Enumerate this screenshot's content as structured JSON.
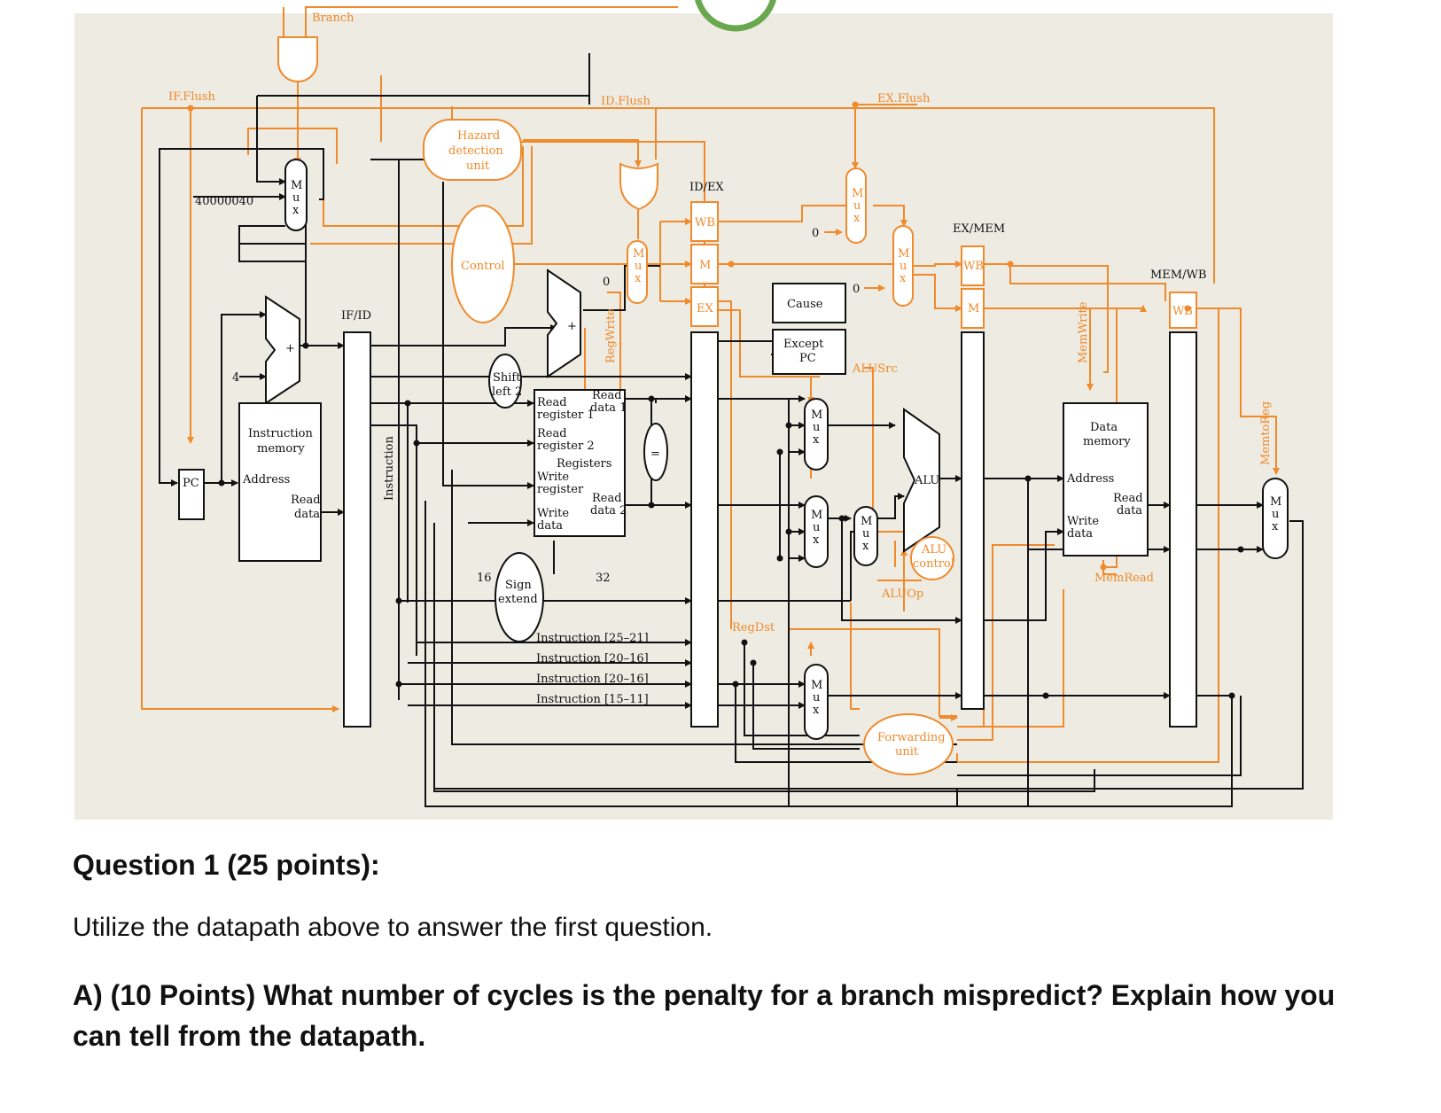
{
  "colors": {
    "panel_bg": "#edebe2",
    "control_wire": "#f08a2b",
    "data_wire": "#111111",
    "pipeline_register": "#ffffff",
    "circle_badge": "#6aa84f"
  },
  "figure": {
    "labels": {
      "branch": "Branch",
      "if_flush": "IF.Flush",
      "id_flush": "ID.Flush",
      "ex_flush": "EX.Flush",
      "hazard_1": "Hazard",
      "hazard_2": "detection",
      "hazard_3": "unit",
      "control": "Control",
      "id_ex": "ID/EX",
      "ex_mem": "EX/MEM",
      "mem_wb": "MEM/WB",
      "if_id": "IF/ID",
      "wb": "WB",
      "m": "M",
      "ex": "EX",
      "constant_addr": "40000040",
      "four": "4",
      "plus": "+",
      "pc": "PC",
      "imem_1": "Instruction",
      "imem_2": "memory",
      "address": "Address",
      "read": "Read",
      "data": "data",
      "instruction": "Instruction",
      "shift_1": "Shift",
      "shift_2": "left 2",
      "read_register_1a": "Read",
      "read_register_1b": "register 1",
      "read_register_2a": "Read",
      "read_register_2b": "register 2",
      "registers": "Registers",
      "write_register_a": "Write",
      "write_register_b": "register",
      "write_data_a": "Write",
      "write_data_b": "data",
      "read_data_1a": "Read",
      "read_data_1b": "data 1",
      "read_data_2a": "Read",
      "read_data_2b": "data 2",
      "equals": "=",
      "reg_write": "RegWrite",
      "zero": "0",
      "sixteen": "16",
      "thirty_two": "32",
      "sign_1": "Sign",
      "sign_2": "extend",
      "instr_25_21": "Instruction [25–21]",
      "instr_20_16_a": "Instruction [20–16]",
      "instr_20_16_b": "Instruction [20–16]",
      "instr_15_11": "Instruction [15–11]",
      "reg_dst": "RegDst",
      "cause": "Cause",
      "except_1": "Except",
      "except_2": "PC",
      "alu_src": "ALUSrc",
      "alu": "ALU",
      "alu_control_1": "ALU",
      "alu_control_2": "control",
      "alu_op": "ALUOp",
      "forwarding_1": "Forwarding",
      "forwarding_2": "unit",
      "mem_write": "MemWrite",
      "dmem_1": "Data",
      "dmem_2": "memory",
      "mem_read": "MemRead",
      "mem_to_reg": "MemtoReg",
      "mux_m": "M",
      "mux_u": "u",
      "mux_x": "x"
    }
  },
  "question": {
    "title": "Question 1 (25 points):",
    "intro": "Utilize the datapath above to answer the first question.",
    "part_a": "A) (10 Points) What number of cycles is the penalty for a branch mispredict? Explain how you can tell from the datapath."
  }
}
